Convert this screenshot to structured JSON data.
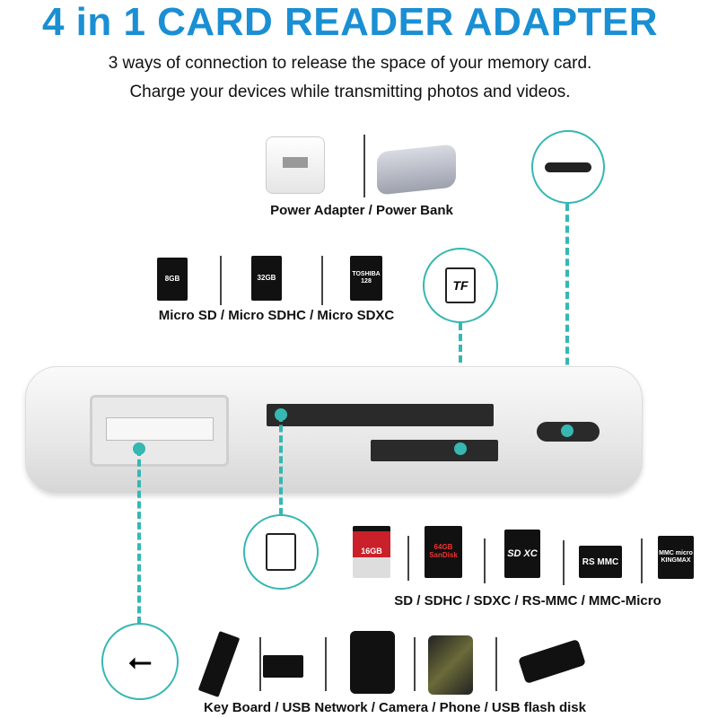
{
  "title": "4 in 1 CARD READER ADAPTER",
  "subtitle_lines": [
    "3 ways of connection to release the space of your memory card.",
    "Charge your devices while transmitting photos and videos."
  ],
  "power": {
    "label": "Power Adapter / Power Bank"
  },
  "micro_sd": {
    "label": "Micro SD / Micro SDHC / Micro SDXC",
    "cards": [
      "8GB",
      "32GB",
      "TOSHIBA 128"
    ]
  },
  "tf": {
    "label": "TF"
  },
  "sd": {
    "label": "SD / SDHC / SDXC / RS-MMC / MMC-Micro",
    "cards": [
      "16GB",
      "64GB SanDisk",
      "SD XC",
      "RS MMC",
      "MMC micro KINGMAX"
    ]
  },
  "usb": {
    "label": "Key Board / USB Network / Camera  / Phone /  USB flash disk"
  },
  "colors": {
    "title": "#1a8fd3",
    "accent": "#36b7b2"
  }
}
